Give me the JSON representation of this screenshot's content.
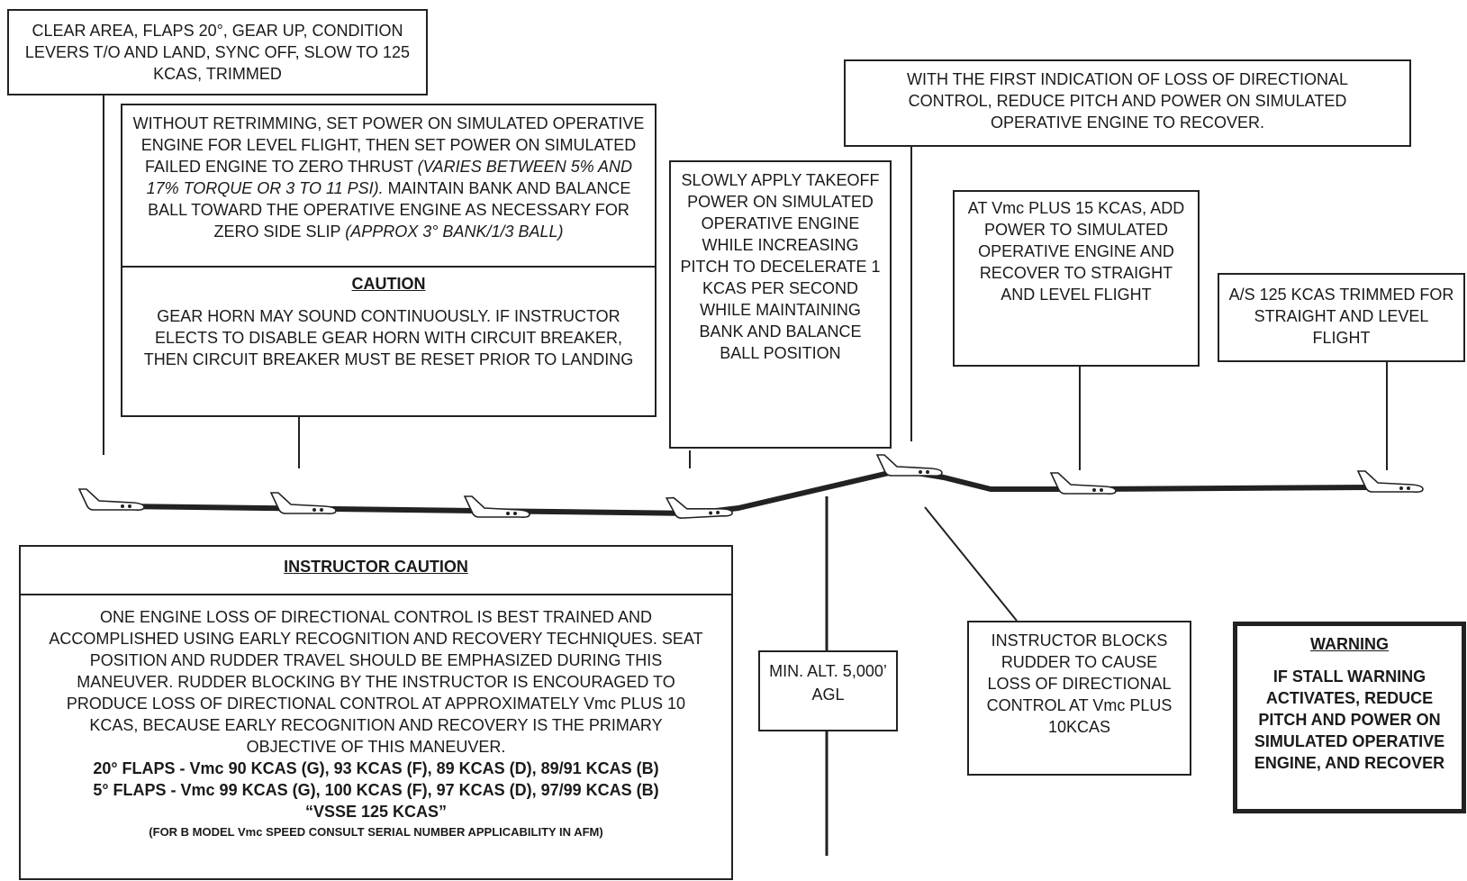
{
  "boxes": {
    "b1": "CLEAR AREA, FLAPS 20°, GEAR UP, CONDITION LEVERS T/O AND LAND, SYNC OFF, SLOW TO 125 KCAS, TRIMMED",
    "b2_a": "WITHOUT RETRIMMING, SET POWER ON SIMULATED OPERATIVE ENGINE FOR LEVEL FLIGHT, THEN SET POWER ON SIMULATED FAILED ENGINE TO ZERO THRUST ",
    "b2_b": "(VARIES BETWEEN 5% AND 17% TORQUE OR 3 TO 11 PSI).",
    "b2_c": " MAINTAIN BANK AND BALANCE BALL TOWARD THE OPERATIVE ENGINE AS NECESSARY FOR ZERO SIDE SLIP ",
    "b2_d": "(APPROX 3° BANK/1/3 BALL)",
    "b2_caution_title": "CAUTION",
    "b2_caution_text": "GEAR HORN MAY SOUND CONTINUOUSLY. IF INSTRUCTOR ELECTS TO DISABLE GEAR HORN WITH CIRCUIT BREAKER, THEN CIRCUIT BREAKER MUST BE RESET PRIOR TO LANDING",
    "b3": "SLOWLY APPLY TAKEOFF POWER ON SIMULATED OPERATIVE ENGINE WHILE INCREASING PITCH TO DECELERATE 1 KCAS PER SECOND WHILE MAINTAINING BANK AND BALANCE BALL POSITION",
    "b4": "WITH THE FIRST INDICATION OF LOSS OF DIRECTIONAL CONTROL, REDUCE PITCH AND POWER ON SIMULATED OPERATIVE ENGINE TO RECOVER.",
    "b5": "AT Vmc PLUS 15 KCAS, ADD POWER TO SIMULATED OPERATIVE ENGINE AND RECOVER TO STRAIGHT AND LEVEL FLIGHT",
    "b6": "A/S 125 KCAS TRIMMED FOR STRAIGHT AND LEVEL FLIGHT",
    "b7_title": "INSTRUCTOR CAUTION",
    "b7_text": "ONE ENGINE LOSS OF DIRECTIONAL CONTROL IS BEST TRAINED AND ACCOMPLISHED USING EARLY RECOGNITION AND RECOVERY TECHNIQUES. SEAT POSITION AND RUDDER TRAVEL SHOULD BE EMPHASIZED DURING THIS MANEUVER. RUDDER BLOCKING BY THE INSTRUCTOR IS ENCOURAGED TO PRODUCE LOSS OF DIRECTIONAL CONTROL AT APPROXIMATELY Vmc PLUS 10 KCAS, BECAUSE EARLY RECOGNITION AND RECOVERY IS THE PRIMARY OBJECTIVE OF THIS MANEUVER.",
    "b7_flaps20": "20° FLAPS - Vmc 90 KCAS (G), 93 KCAS (F), 89 KCAS (D), 89/91 KCAS (B)",
    "b7_flaps5": "5° FLAPS -  Vmc 99 KCAS (G), 100 KCAS (F), 97 KCAS (D), 97/99 KCAS (B)",
    "b7_vsse": "“VSSE 125 KCAS”",
    "b7_note": "(FOR B MODEL Vmc SPEED CONSULT SERIAL NUMBER APPLICABILITY IN AFM)",
    "b8": "MIN. ALT. 5,000’ AGL",
    "b9": "INSTRUCTOR BLOCKS RUDDER TO CAUSE LOSS OF DIRECTIONAL CONTROL AT Vmc PLUS 10KCAS",
    "b10_title": "WARNING",
    "b10_text": "IF STALL WARNING ACTIVATES, REDUCE PITCH AND POWER ON SIMULATED OPERATIVE ENGINE, AND RECOVER"
  },
  "colors": {
    "line": "#222222",
    "aircraft_fill": "#ffffff"
  }
}
